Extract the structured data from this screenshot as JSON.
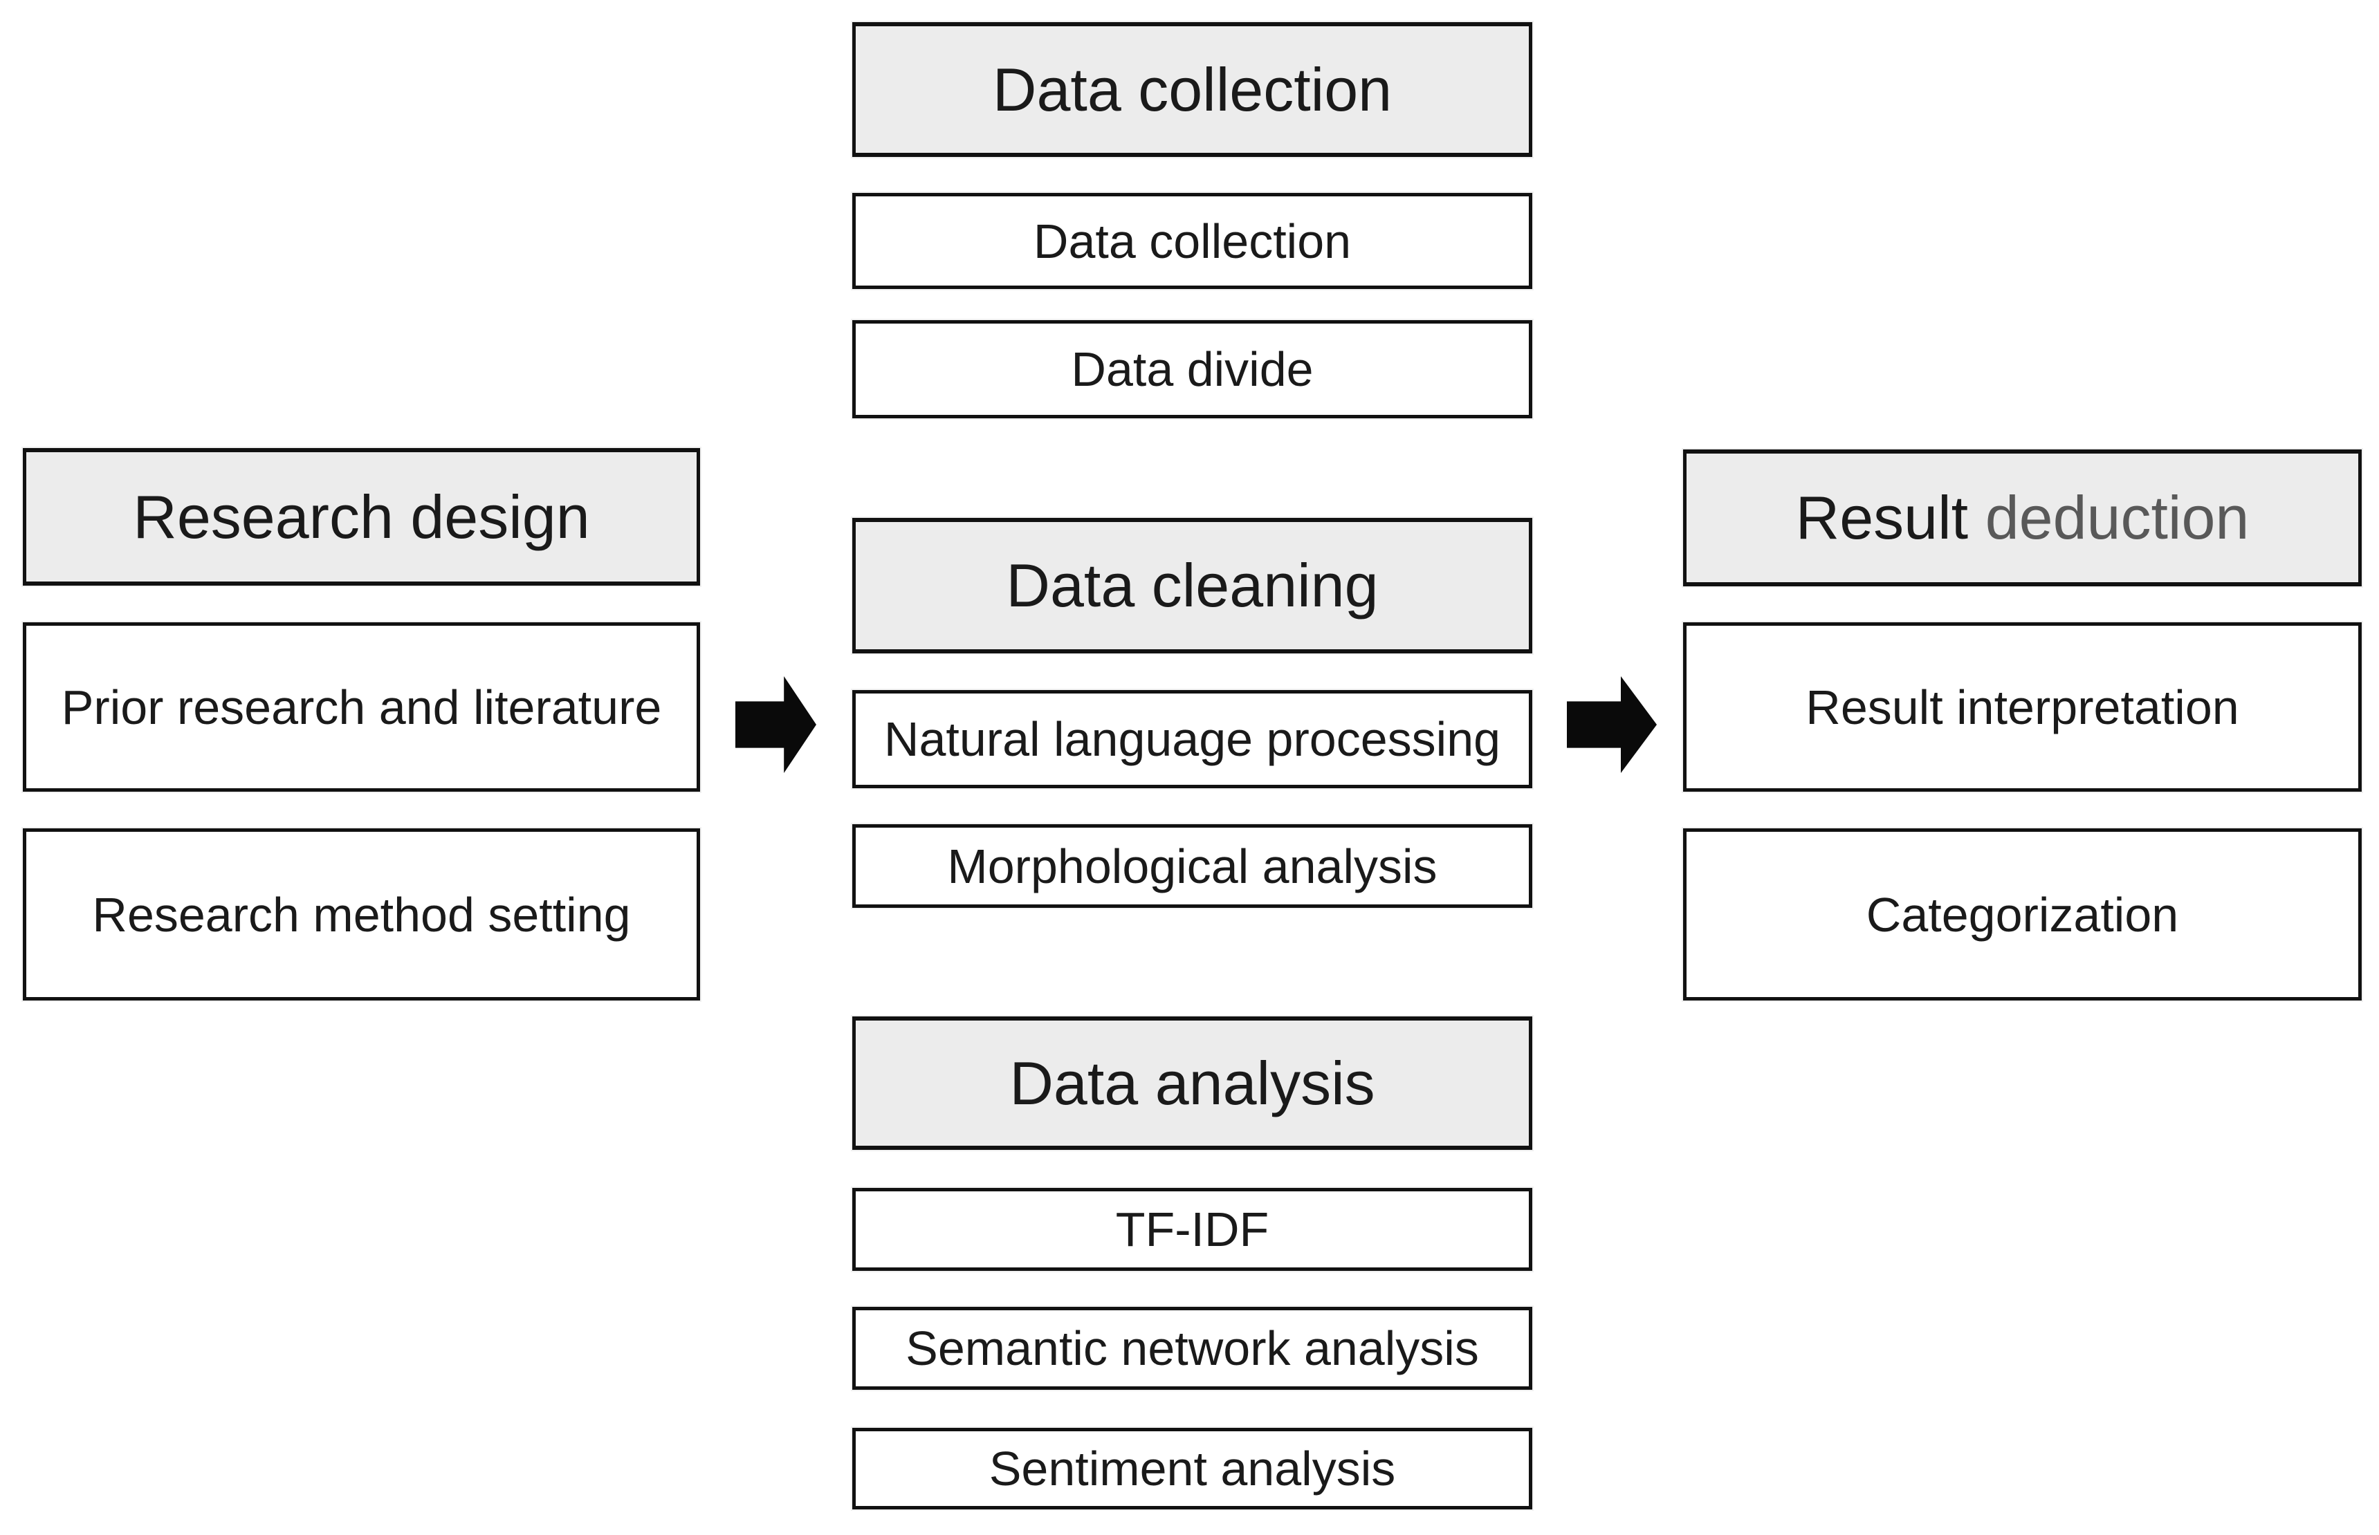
{
  "colors": {
    "header_background": "#ececec",
    "box_background": "#ffffff",
    "border": "#111111",
    "arrow": "#0a0a0a",
    "text_primary": "#1a1a1a",
    "text_secondary": "#595959"
  },
  "left": {
    "header": "Research design",
    "items": [
      "Prior research and literature",
      "Research method setting"
    ]
  },
  "middle": {
    "sections": [
      {
        "header": "Data collection",
        "items": [
          "Data collection",
          "Data divide"
        ]
      },
      {
        "header": "Data cleaning",
        "items": [
          "Natural language processing",
          "Morphological analysis"
        ]
      },
      {
        "header": "Data analysis",
        "items": [
          "TF-IDF",
          "Semantic network analysis",
          "Sentiment analysis"
        ]
      }
    ]
  },
  "right": {
    "header": {
      "word1": "Result",
      "word2": "deduction"
    },
    "items": [
      "Result interpretation",
      "Categorization"
    ]
  },
  "arrows": [
    {
      "name": "flow-arrow-left",
      "direction": "right"
    },
    {
      "name": "flow-arrow-right",
      "direction": "right"
    }
  ]
}
